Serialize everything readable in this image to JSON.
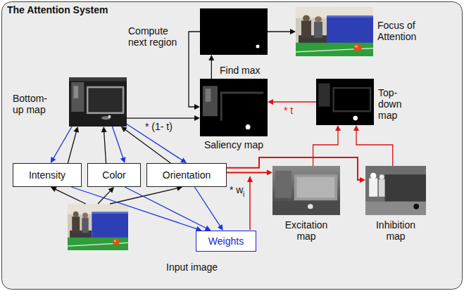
{
  "diagram": {
    "title": "The Attention System",
    "nodes": [
      {
        "text": [
          "Focus of Attention"
        ]
      },
      {
        "text": [
          "Find max"
        ]
      },
      {
        "text": [
          "Bottom-up map"
        ]
      },
      {
        "text": [
          "Saliency map"
        ]
      },
      {
        "text": [
          "Top-down map"
        ]
      },
      {
        "text": [
          "Intensity"
        ]
      },
      {
        "text": [
          "Color"
        ]
      },
      {
        "text": [
          "Orientation"
        ]
      },
      {
        "text": [
          "Excitation map"
        ]
      },
      {
        "text": [
          "Inhibition map"
        ]
      },
      {
        "text": [
          "Input image"
        ]
      },
      {
        "text": [
          "Weights"
        ]
      }
    ],
    "edges": [
      {
        "from": 10,
        "to": 5,
        "arrow": "to"
      },
      {
        "from": 10,
        "to": 6,
        "arrow": "to"
      },
      {
        "from": 10,
        "to": 7,
        "arrow": "to"
      },
      {
        "from": 5,
        "to": 2,
        "arrow": "to"
      },
      {
        "from": 6,
        "to": 2,
        "arrow": "to"
      },
      {
        "from": 7,
        "to": 2,
        "arrow": "to"
      },
      {
        "from": 2,
        "to": 5,
        "arrow": "to"
      },
      {
        "from": 2,
        "to": 6,
        "arrow": "to"
      },
      {
        "from": 2,
        "to": 7,
        "arrow": "to"
      },
      {
        "from": 5,
        "to": 11,
        "arrow": "to"
      },
      {
        "from": 6,
        "to": 11,
        "arrow": "to"
      },
      {
        "from": 7,
        "to": 11,
        "arrow": "to"
      },
      {
        "from": 7,
        "to": 8,
        "arrow": "to"
      },
      {
        "from": 7,
        "to": 9,
        "arrow": "to"
      },
      {
        "from": 8,
        "to": 4,
        "arrow": "to"
      },
      {
        "from": 9,
        "to": 4,
        "arrow": "to"
      },
      {
        "from": 2,
        "to": 3,
        "label": "* (1- t)",
        "arrow": "to"
      },
      {
        "from": 4,
        "to": 3,
        "label": "* t",
        "arrow": "to"
      },
      {
        "from": 3,
        "to": 1,
        "arrow": "to"
      },
      {
        "from": 1,
        "to": 3,
        "label": "Compute next region",
        "arrow": "to"
      },
      {
        "from": 1,
        "to": 0,
        "arrow": "to"
      }
    ],
    "labels": [
      "* w",
      "i"
    ]
  }
}
